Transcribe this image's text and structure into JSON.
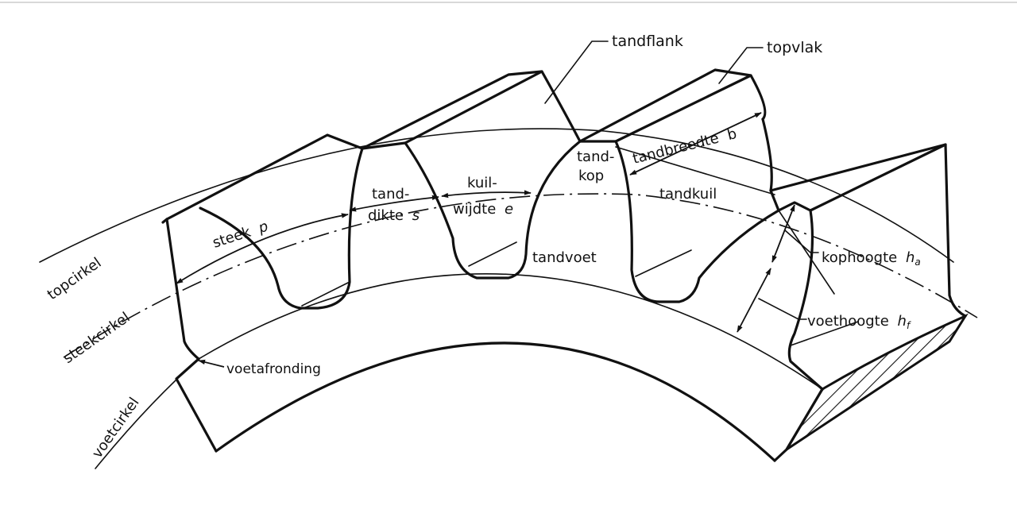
{
  "labels": {
    "tandflank": "tandflank",
    "topvlak": "topvlak",
    "tandbreedte": "tandbreedte",
    "tandbreedte_sym": "b",
    "tand_kop_1": "tand-",
    "tand_kop_2": "kop",
    "tandkuil": "tandkuil",
    "tand_dikte_1": "tand-",
    "tand_dikte_2": "dikte",
    "tand_dikte_sym": "s",
    "kuil_wijdte_1": "kuil-",
    "kuil_wijdte_2": "wijdte",
    "kuil_wijdte_sym": "e",
    "steek": "steek",
    "steek_sym": "p",
    "tandvoet": "tandvoet",
    "kophoogte": "kophoogte",
    "kophoogte_sym": "h",
    "kophoogte_sub": "a",
    "voethoogte": "voethoogte",
    "voethoogte_sym": "h",
    "voethoogte_sub": "f",
    "voetafronding": "voetafronding",
    "topcirkel": "topcirkel",
    "steekcirkel": "steekcirkel",
    "voetcirkel": "voetcirkel"
  }
}
